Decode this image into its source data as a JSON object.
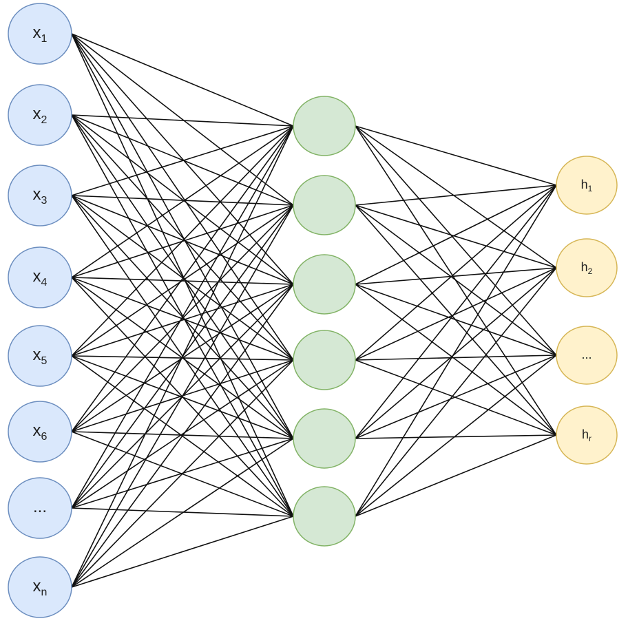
{
  "layers": [
    {
      "id": "input",
      "fill": "#dae8fc",
      "stroke": "#6c8ebf",
      "nodes": [
        {
          "main": "x",
          "sub": "1"
        },
        {
          "main": "x",
          "sub": "2"
        },
        {
          "main": "x",
          "sub": "3"
        },
        {
          "main": "x",
          "sub": "4"
        },
        {
          "main": "x",
          "sub": "5"
        },
        {
          "main": "x",
          "sub": "6"
        },
        {
          "main": "...",
          "sub": ""
        },
        {
          "main": "x",
          "sub": "n"
        }
      ]
    },
    {
      "id": "hidden",
      "fill": "#d5e8d4",
      "stroke": "#82b366",
      "nodes": [
        {
          "main": "",
          "sub": ""
        },
        {
          "main": "",
          "sub": ""
        },
        {
          "main": "",
          "sub": ""
        },
        {
          "main": "",
          "sub": ""
        },
        {
          "main": "",
          "sub": ""
        },
        {
          "main": "",
          "sub": ""
        }
      ]
    },
    {
      "id": "output",
      "fill": "#fff2cc",
      "stroke": "#d6b656",
      "nodes": [
        {
          "main": "h",
          "sub": "1"
        },
        {
          "main": "h",
          "sub": "2"
        },
        {
          "main": "...",
          "sub": ""
        },
        {
          "main": "h",
          "sub": "r"
        }
      ]
    }
  ],
  "edge_color": "#111111"
}
